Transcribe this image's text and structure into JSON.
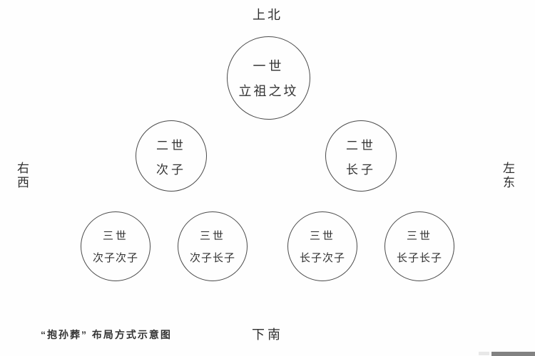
{
  "diagram": {
    "caption": "“抱孙葬” 布局方式示意图",
    "directions": {
      "top": "上北",
      "bottom": "下南",
      "left": "右西",
      "right": "左东"
    },
    "circles": [
      {
        "id": "gen1-founder",
        "lines": [
          "一世",
          "立祖之坟"
        ]
      },
      {
        "id": "gen2-second-son",
        "lines": [
          "二世",
          "次子"
        ]
      },
      {
        "id": "gen2-eldest-son",
        "lines": [
          "二世",
          "长子"
        ]
      },
      {
        "id": "gen3-second-son-second-son",
        "lines": [
          "三世",
          "次子次子"
        ]
      },
      {
        "id": "gen3-second-son-eldest-son",
        "lines": [
          "三世",
          "次子长子"
        ]
      },
      {
        "id": "gen3-eldest-son-second-son",
        "lines": [
          "三世",
          "长子次子"
        ]
      },
      {
        "id": "gen3-eldest-son-eldest-son",
        "lines": [
          "三世",
          "长子长子"
        ]
      }
    ],
    "colors": {
      "background": "#fefefe",
      "circle_stroke": "#4a4a4a",
      "text": "#333333",
      "watermark_bar": "#828282"
    }
  }
}
